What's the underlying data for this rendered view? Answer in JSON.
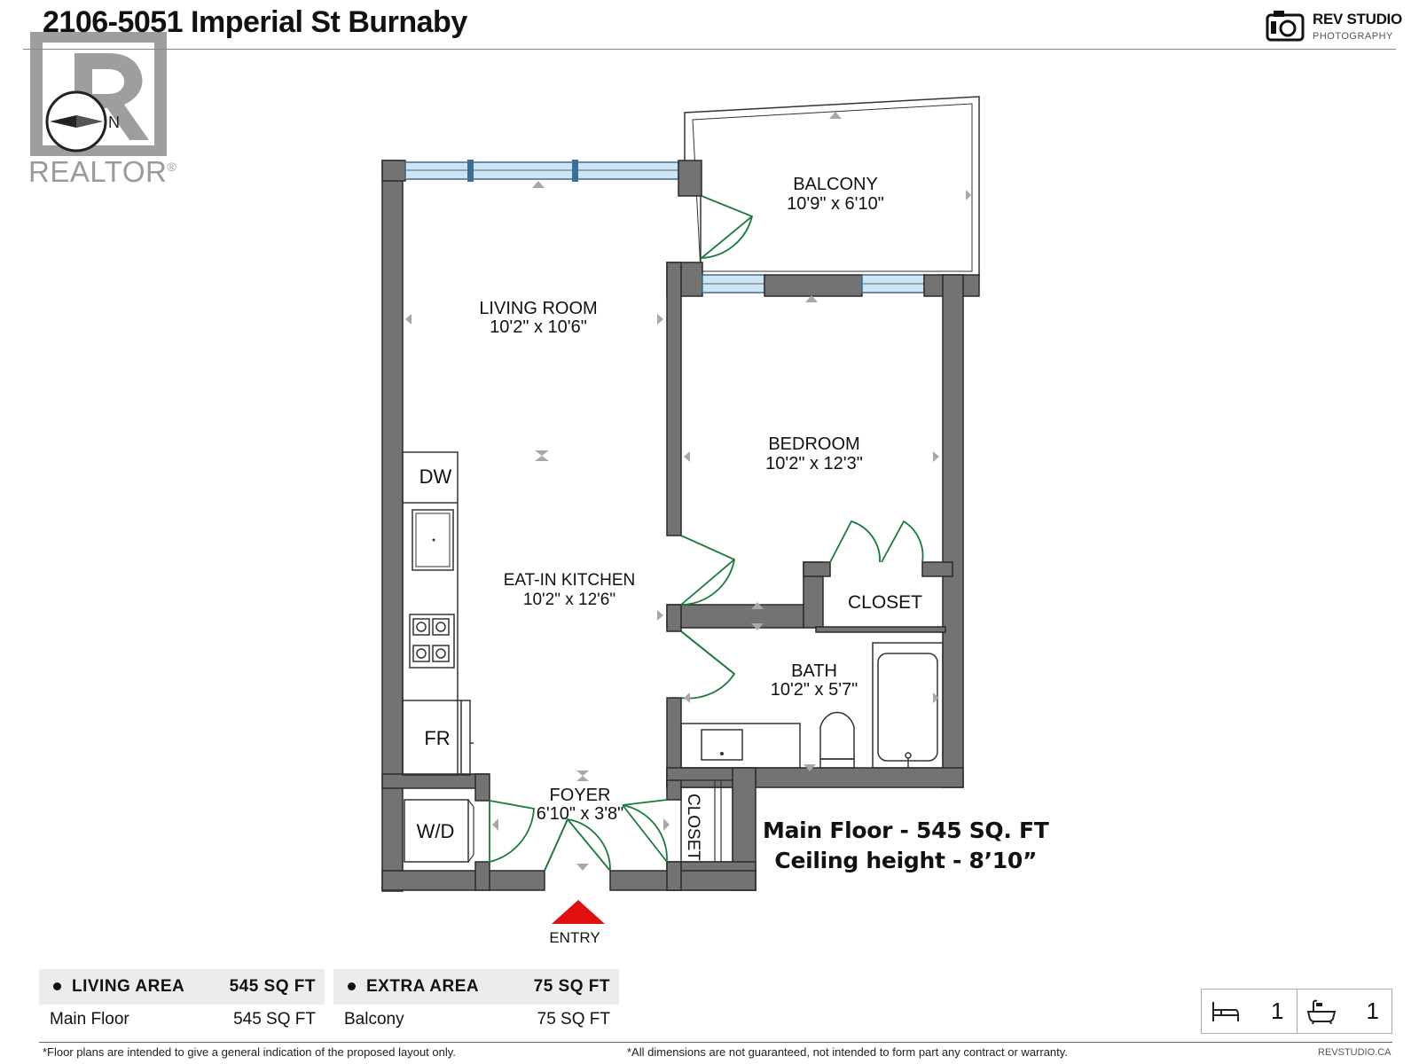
{
  "header": {
    "title": "2106-5051 Imperial St Burnaby",
    "brand_name": "REV STUDIO",
    "brand_sub": "PHOTOGRAPHY",
    "realtor_mark": "REALTOR",
    "compass_letter": "N"
  },
  "rooms": {
    "balcony": {
      "name": "BALCONY",
      "dims": "10'9\" x 6'10\""
    },
    "living_room": {
      "name": "LIVING ROOM",
      "dims": "10'2\" x 10'6\""
    },
    "bedroom": {
      "name": "BEDROOM",
      "dims": "10'2\" x 12'3\""
    },
    "eat_in_kitchen": {
      "name": "EAT-IN KITCHEN",
      "dims": "10'2\" x 12'6\""
    },
    "closet_bedroom": {
      "name": "CLOSET"
    },
    "bath": {
      "name": "BATH",
      "dims": "10'2\" x 5'7\""
    },
    "foyer": {
      "name": "FOYER",
      "dims": "6'10\" x 3'8\""
    },
    "closet_foyer": {
      "name": "CLOSET"
    }
  },
  "appliances": {
    "dishwasher": "DW",
    "fridge": "FR",
    "washer_dryer": "W/D"
  },
  "entry_label": "ENTRY",
  "summary": {
    "main_floor": "Main Floor - 545 SQ. FT",
    "ceiling": "Ceiling height - 8’10”"
  },
  "living_area": {
    "heading": "LIVING AREA",
    "heading_value": "545 SQ FT",
    "rows": [
      {
        "label": "Main Floor",
        "value": "545 SQ FT"
      }
    ]
  },
  "extra_area": {
    "heading": "EXTRA AREA",
    "heading_value": "75 SQ FT",
    "rows": [
      {
        "label": "Balcony",
        "value": "75 SQ FT"
      }
    ]
  },
  "counts": {
    "bedrooms": "1",
    "bathrooms": "1"
  },
  "footnotes": {
    "left": "*Floor plans are intended to give a general indication of the proposed layout only.",
    "right": "*All dimensions are not guaranteed, not intended to form part any contract or warranty.",
    "site": "REVSTUDIO.CA"
  },
  "colors": {
    "wall": "#737373",
    "door": "#1a7a3a",
    "window": "#bcd8ec",
    "entry": "#e01010"
  }
}
